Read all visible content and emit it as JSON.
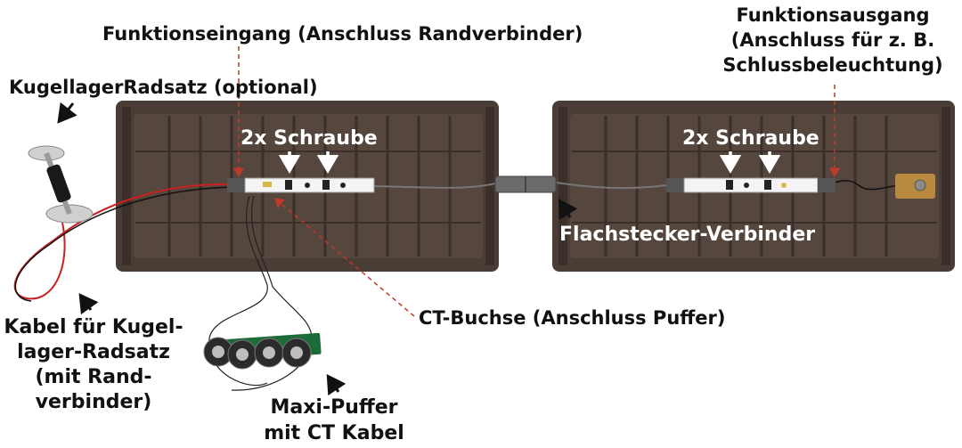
{
  "labels": {
    "funktionseingang": "Funktionseingang (Anschluss Randverbinder)",
    "kugellager_radsatz": "KugellagerRadsatz (optional)",
    "funktionsausgang_1": "Funktionsausgang",
    "funktionsausgang_2": "(Anschluss für z. B.",
    "funktionsausgang_3": "Schlussbeleuchtung)",
    "schraube_left": "2x Schraube",
    "schraube_right": "2x Schraube",
    "flachstecker": "Flachstecker-Verbinder",
    "ct_buchse": "CT-Buchse (Anschluss Puffer)",
    "kabel_1": "Kabel für Kugel-",
    "kabel_2": "lager-Radsatz",
    "kabel_3": "(mit Rand-",
    "kabel_4": "verbinder)",
    "maxi_1": "Maxi-Puffer",
    "maxi_2": "mit CT Kabel"
  },
  "colors": {
    "tray": "#4a3d36",
    "tray_rib": "#3a2f29",
    "arrow": "#111111",
    "dashed": "#c0392b",
    "wire_red": "#cc1f1f",
    "pcb": "#f4f4f4",
    "buffer_pcb": "#1e6b3a",
    "capacitor": "#2b2b2b",
    "bracket": "#b9893f"
  },
  "icons": {
    "arrow": "arrow-icon",
    "wheelset": "wheelset-icon",
    "capacitor": "capacitor-icon"
  }
}
